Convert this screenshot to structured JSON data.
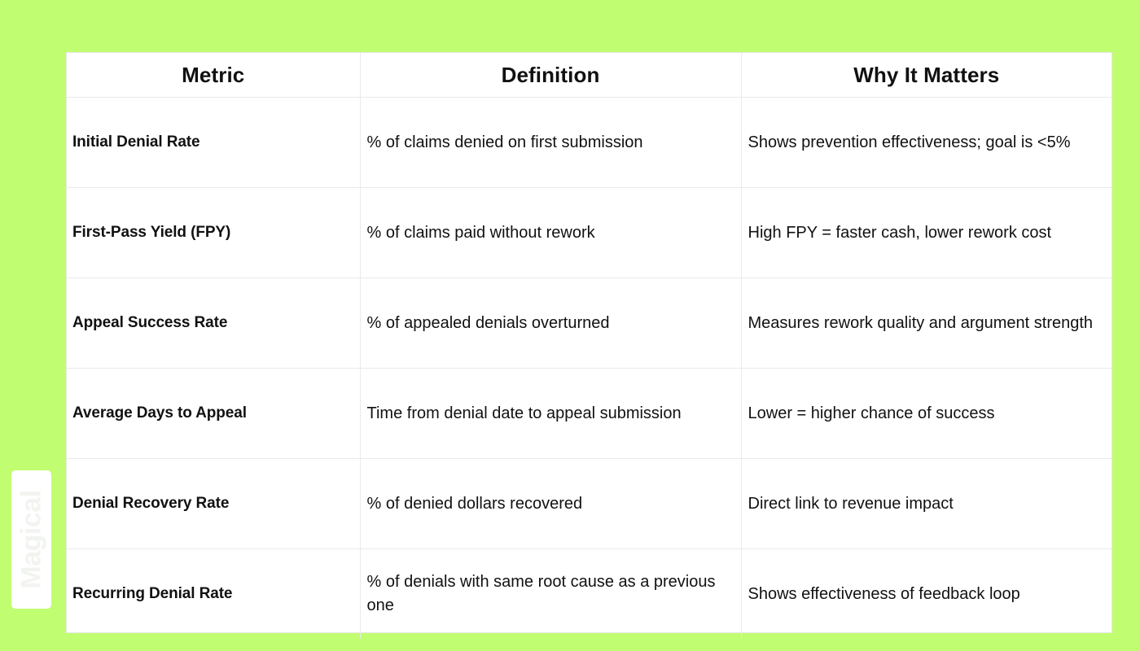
{
  "page": {
    "background_color": "#c1fd70",
    "surface_color": "#ffffff",
    "border_color": "#eaeaea",
    "text_color": "#111111"
  },
  "watermark": {
    "label": "Magical",
    "color": "#f2f4f0"
  },
  "table": {
    "columns": [
      {
        "key": "metric",
        "header": "Metric"
      },
      {
        "key": "definition",
        "header": "Definition"
      },
      {
        "key": "why",
        "header": "Why It Matters"
      }
    ],
    "rows": [
      {
        "metric": "Initial Denial Rate",
        "definition": "% of claims denied on first submission",
        "why": "Shows prevention effectiveness; goal is <5%"
      },
      {
        "metric": "First-Pass Yield (FPY)",
        "definition": "% of claims paid without rework",
        "why": "High FPY = faster cash, lower rework cost"
      },
      {
        "metric": "Appeal Success Rate",
        "definition": "% of appealed denials overturned",
        "why": "Measures rework quality and argument strength"
      },
      {
        "metric": "Average Days to Appeal",
        "definition": "Time from denial date to appeal submission",
        "why": "Lower = higher chance of success"
      },
      {
        "metric": "Denial Recovery Rate",
        "definition": "% of denied dollars recovered",
        "why": "Direct link to revenue impact"
      },
      {
        "metric": "Recurring Denial Rate",
        "definition": "% of denials with same root cause as a previous one",
        "why": "Shows effectiveness of feedback loop"
      }
    ]
  }
}
